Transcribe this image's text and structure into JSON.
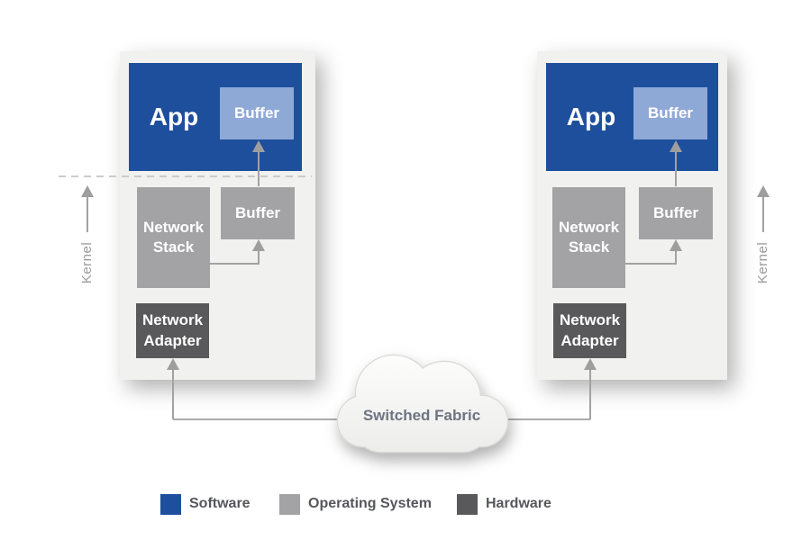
{
  "hosts": [
    {
      "id": "left",
      "app": "App",
      "app_buffer": "Buffer",
      "kernel_buffer": "Buffer",
      "network_stack": "Network Stack",
      "network_adapter": "Network Adapter",
      "kernel": "Kernel"
    },
    {
      "id": "right",
      "app": "App",
      "app_buffer": "Buffer",
      "kernel_buffer": "Buffer",
      "network_stack": "Network Stack",
      "network_adapter": "Network Adapter",
      "kernel": "Kernel"
    }
  ],
  "fabric": {
    "label": "Switched Fabric"
  },
  "legend": [
    {
      "label": "Software",
      "color": "#1e4f9d"
    },
    {
      "label": "Operating System",
      "color": "#a3a3a6"
    },
    {
      "label": "Hardware",
      "color": "#59585a"
    }
  ],
  "colors": {
    "software_blue": "#1e4f9d",
    "app_buffer_blue": "#8fa9d7",
    "os_gray": "#a3a3a6",
    "hardware_gray": "#59585a",
    "host_background": "#f1f1f0",
    "connector_gray": "#a2a2a2",
    "kernel_text": "#9c9c9c",
    "fabric_text": "#6d7482"
  }
}
